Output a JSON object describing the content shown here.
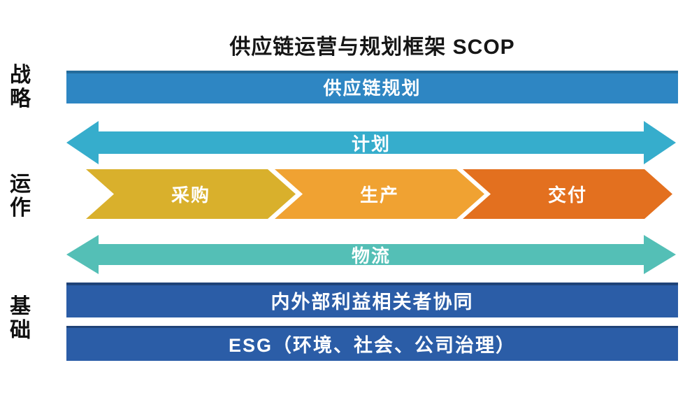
{
  "title": "供应链运营与规划框架 SCOP",
  "side_labels": {
    "strategy": "战略",
    "operations": "运作",
    "foundation": "基础"
  },
  "rows": {
    "planning_bar": {
      "label": "供应链规划",
      "color": "#2E86C3"
    },
    "plan_arrow": {
      "label": "计划",
      "color": "#36ADCC"
    },
    "chevrons": [
      {
        "label": "采购",
        "color": "#D9B02C"
      },
      {
        "label": "生产",
        "color": "#F0A232"
      },
      {
        "label": "交付",
        "color": "#E3701F"
      }
    ],
    "logistics_arrow": {
      "label": "物流",
      "color": "#54BFB6"
    },
    "stakeholder_bar": {
      "label": "内外部利益相关者协同",
      "color": "#2B5DA7"
    },
    "esg_bar": {
      "label": "ESG（环境、社会、公司治理）",
      "color": "#2B5DA7"
    }
  }
}
